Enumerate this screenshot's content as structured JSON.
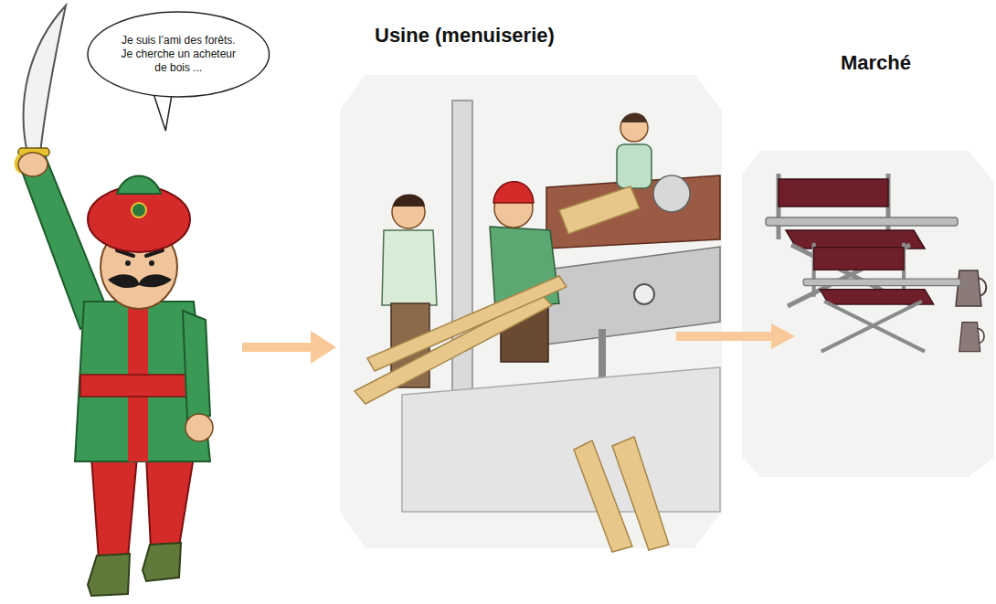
{
  "diagram": {
    "nodes": [
      {
        "text": [
          "Je suis l’ami des forêts. Je cherche un acheteur de bois ..."
        ]
      },
      {
        "text": [
          "Usine (menuiserie)"
        ]
      },
      {
        "text": [
          "Marché"
        ]
      }
    ],
    "edges": [
      {
        "from": 1,
        "to": 2,
        "arrow": "to"
      }
    ]
  }
}
